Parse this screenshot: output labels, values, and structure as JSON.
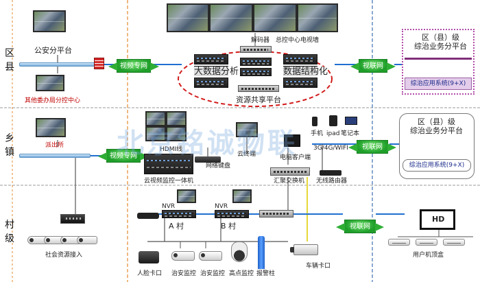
{
  "tiers": {
    "county": "区县",
    "township": "乡镇",
    "village": "村级"
  },
  "county": {
    "police_platform": "公安分平台",
    "sub_centers": "其他委办局分控中心",
    "video_wall": "总控中心电视墙",
    "decoder": "解码器",
    "big_data": "大数据分析",
    "data_structuring": "数据结构化",
    "resource_sharing": "资源共享平台",
    "private_network": "视频专网",
    "link_network": "视联网",
    "district_platform": "区（县）级\n综治业务分平台",
    "system_button": "综治应用系统(9+X)"
  },
  "township": {
    "police_station": "派出所",
    "private_network": "视频专网",
    "hdmi": "HDMI线",
    "monitor_unit": "云视频监控一体机",
    "keyboard": "网络键盘",
    "cloud_terminal": "云终端",
    "pc_client": "电脑客户端",
    "phone": "手机",
    "ipad": "ipad",
    "laptop": "笔记本",
    "wireless": "3G/4G/WIFI",
    "aggregation_switch": "汇聚交换机",
    "wireless_router": "无线路由器",
    "link_network": "视联网",
    "district_platform": "区（县）级\n综治业务分平台",
    "system_button": "综治应用系统(9+X)"
  },
  "village": {
    "social_access": "社会资源接入",
    "nvr_a": "NVR",
    "nvr_b": "NVR",
    "village_a": "A 村",
    "village_b": "B 村",
    "face_gate": "人脸卡口",
    "security_a": "治安监控",
    "security_b": "治安监控",
    "high_point": "高点监控",
    "alarm_post": "报警柱",
    "vehicle_gate": "车辆卡口",
    "link_network": "视联网",
    "hd": "HD",
    "set_top_box": "用户机顶盒"
  },
  "watermark": "北京铭诚物联"
}
